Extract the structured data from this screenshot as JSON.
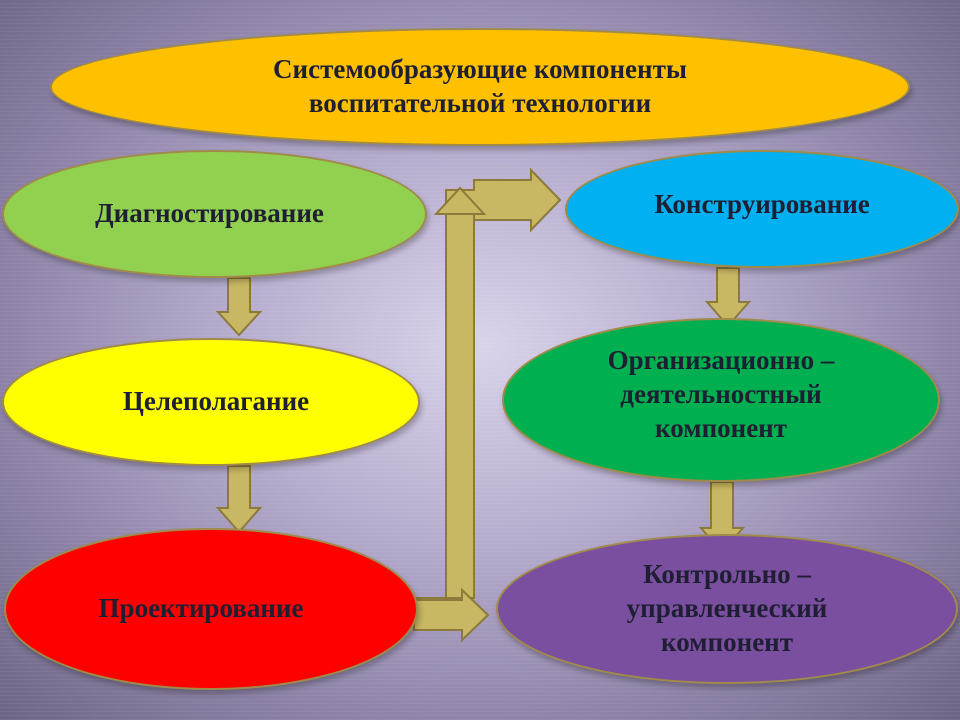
{
  "title": "Системообразующие  компоненты\nвоспитательной технологии",
  "nodes": {
    "diagnostics": "Диагностирование",
    "goal_setting": "Целеполагание",
    "design": "Проектирование",
    "construction": "Конструирование",
    "organizational": "Организационно –\nдеятельностный\nкомпонент",
    "control": "Контрольно –\nуправленческий\nкомпонент"
  },
  "colors": {
    "title": "#ffc000",
    "diagnostics": "#92d050",
    "goal_setting": "#ffff00",
    "design": "#ff0000",
    "construction": "#00b0f0",
    "organizational": "#00b050",
    "control": "#7b4fa0",
    "arrow": "#c9b863"
  }
}
